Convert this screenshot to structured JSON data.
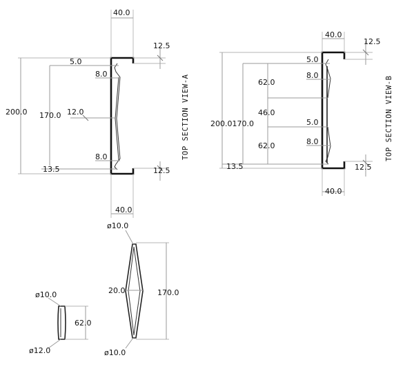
{
  "view_a": {
    "title": "TOP SECTION VIEW-A",
    "dims": {
      "width_top": "40.0",
      "lip_top": "12.5",
      "flange_top": "5.0",
      "rib_top": "8.0",
      "height_total": "200.0",
      "height_inner": "170.0",
      "depth_mid": "12.0",
      "rib_bottom": "8.0",
      "offset_bottom": "13.5",
      "lip_bottom": "12.5",
      "width_bottom": "40.0"
    }
  },
  "view_b": {
    "title": "TOP SECTION VIEW-B",
    "dims": {
      "width_top": "40.0",
      "lip_top": "12.5",
      "flange_top": "5.0",
      "rib_top": "8.0",
      "seg_upper": "62.0",
      "seg_mid": "46.0",
      "flange_mid": "5.0",
      "total_pair": "200.0170.0",
      "seg_lower": "62.0",
      "rib_lower": "8.0",
      "offset_bottom": "13.5",
      "lip_bottom": "12.5",
      "width_bottom": "40.0"
    }
  },
  "detail_small": {
    "dia_top": "ø10.0",
    "dia_bottom": "ø12.0",
    "length": "62.0"
  },
  "detail_large": {
    "dia_top": "ø10.0",
    "width": "20.0",
    "length": "170.0",
    "dia_bottom": "ø10.0"
  }
}
